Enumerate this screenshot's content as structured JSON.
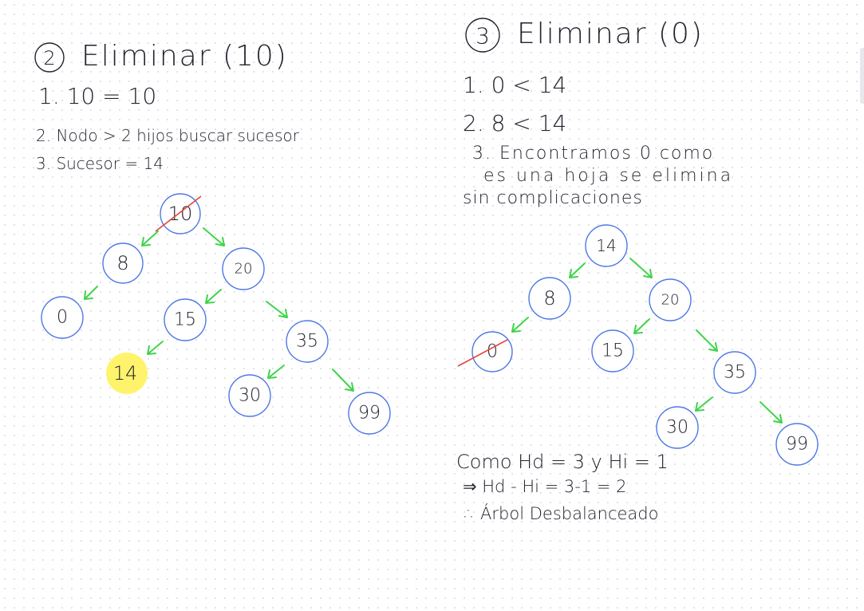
{
  "left": {
    "circle_num": "2",
    "title": "Eliminar (10)",
    "steps": [
      "1. 10 = 10",
      "2. Nodo > 2 hijos  buscar sucesor",
      "3. Sucesor = 14"
    ],
    "nodes": [
      "10",
      "8",
      "20",
      "0",
      "15",
      "35",
      "14",
      "30",
      "99"
    ],
    "deleted_node": "10",
    "highlighted_node": "14",
    "highlight_color": "#fff36b"
  },
  "right": {
    "circle_num": "3",
    "title": "Eliminar (0)",
    "steps": [
      "1. 0 < 14",
      "2. 8 < 14",
      "3. Encontramos 0 como",
      "es una hoja se elimina",
      "sin complicaciones"
    ],
    "nodes": [
      "14",
      "8",
      "20",
      "0",
      "15",
      "35",
      "30",
      "99"
    ],
    "deleted_node": "0",
    "conclusion": [
      "Como  Hd = 3  y  Hi = 1",
      "⇒ Hd - Hi = 3-1 = 2",
      "∴ Árbol Desbalanceado"
    ]
  },
  "colors": {
    "node_stroke": "#4f78e6",
    "edge": "#3fd44a",
    "strike": "#e0463c",
    "ink": "#23232e"
  }
}
